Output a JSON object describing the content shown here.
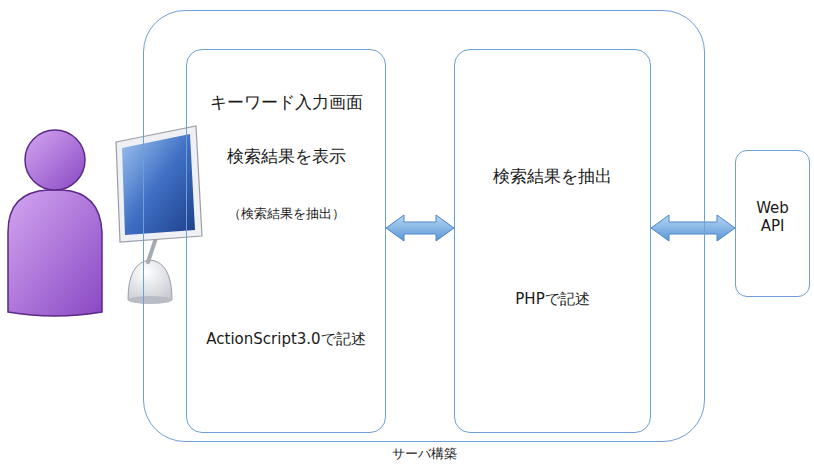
{
  "diagram": {
    "nodes": [
      {
        "text": [
          "サーバ構築"
        ]
      },
      {
        "text": [
          "キーワード入力画面",
          "検索結果を表示",
          "（検索結果を抽出）",
          "ActionScript3.0で記述"
        ],
        "in": 0
      },
      {
        "text": [
          "検索結果を抽出",
          "PHPで記述"
        ],
        "in": 0
      },
      {
        "text": [
          "Web API"
        ]
      }
    ],
    "edges": [
      {
        "from": 1,
        "to": 2,
        "arrow": "both"
      },
      {
        "from": 2,
        "to": 3,
        "arrow": "both"
      }
    ]
  }
}
